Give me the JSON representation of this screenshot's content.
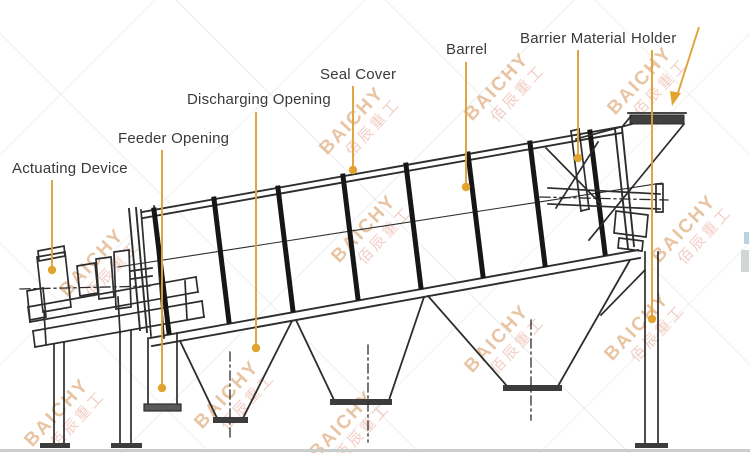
{
  "diagram": {
    "labels": [
      {
        "id": "actuating-device",
        "text": "Actuating Device"
      },
      {
        "id": "feeder-opening",
        "text": "Feeder Opening"
      },
      {
        "id": "discharging-opening",
        "text": "Discharging Opening"
      },
      {
        "id": "seal-cover",
        "text": "Seal Cover"
      },
      {
        "id": "barrel",
        "text": "Barrel"
      },
      {
        "id": "barrier-material",
        "text": "Barrier Material"
      },
      {
        "id": "holder",
        "text": "Holder"
      }
    ],
    "colors": {
      "leader_line": "#DFA23A",
      "leader_dot": "#E3A42E",
      "label_text": "#3a3a3a",
      "drawing_line": "#2d2d2d"
    }
  },
  "watermark": {
    "brand": "BAICHY",
    "cn": "佰辰重工"
  }
}
